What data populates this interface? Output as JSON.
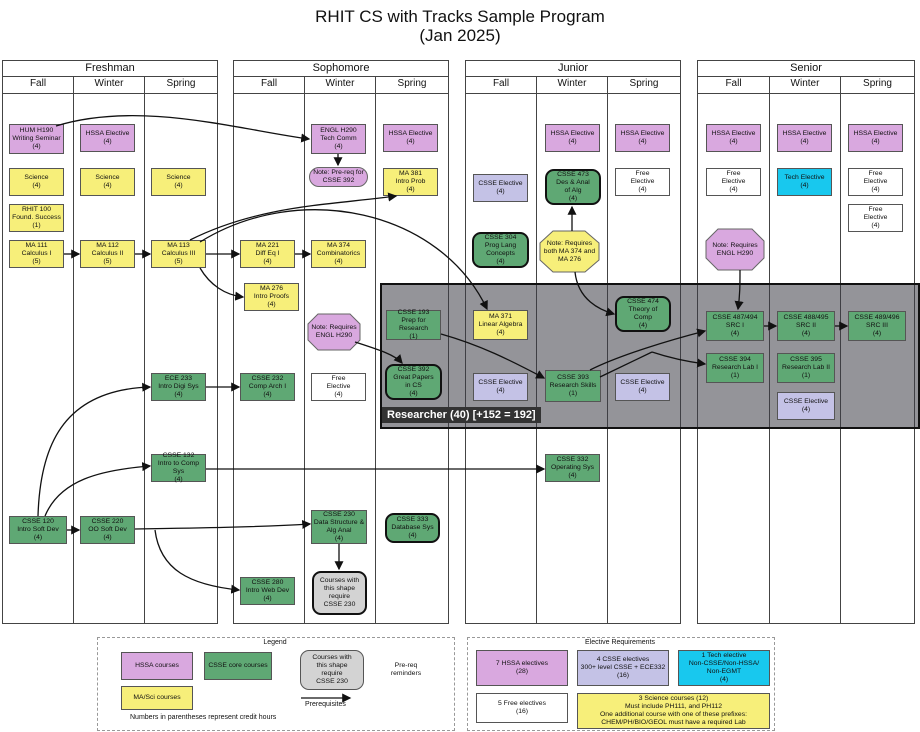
{
  "title": {
    "line1": "RHIT CS with Tracks Sample Program",
    "line2": "(Jan 2025)"
  },
  "years": [
    "Freshman",
    "Sophomore",
    "Junior",
    "Senior"
  ],
  "terms": [
    "Fall",
    "Winter",
    "Spring"
  ],
  "courses": {
    "hum190": "HUM H190\nWriting Seminar\n(4)",
    "fr_w_hssa": "HSSA Elective\n(4)",
    "fr_f_sci": "Science\n(4)",
    "fr_w_sci": "Science\n(4)",
    "fr_s_sci": "Science\n(4)",
    "rhit100": "RHIT 100\nFound. Success\n(1)",
    "ma111": "MA 111\nCalculus I\n(5)",
    "ma112": "MA 112\nCalculus II\n(5)",
    "ma113": "MA 113\nCalculus III\n(5)",
    "ece233": "ECE 233\nIntro Digi Sys\n(4)",
    "csse132": "CSSE 132\nIntro to Comp Sys\n(4)",
    "csse120": "CSSE 120\nIntro Soft Dev\n(4)",
    "csse220": "CSSE 220\nOO Soft Dev\n(4)",
    "engl290": "ENGL H290\nTech Comm\n(4)",
    "so_s_hssa": "HSSA Elective\n(4)",
    "note392": "Note: Pre-req for\nCSSE 392",
    "ma381": "MA 381\nIntro Prob\n(4)",
    "ma221": "MA 221\nDiff Eq I\n(4)",
    "ma374": "MA 374\nCombinatorics\n(4)",
    "ma276": "MA 276\nIntro Proofs\n(4)",
    "noteengl": "Note: Requires\nENGL H290",
    "csse193": "CSSE 193\nPrep for Research\n(1)",
    "csse232": "CSSE 232\nComp Arch I\n(4)",
    "so_w_free": "Free\nElective\n(4)",
    "csse392": "CSSE 392\nGreat Papers\nin CS\n(4)",
    "csse230": "CSSE 230\nData Structure &\nAlg Anal\n(4)",
    "csse333": "CSSE 333\nDatabase Sys\n(4)",
    "csse280": "CSSE 280\nIntro Web Dev\n(4)",
    "shape_example": "Courses with\nthis shape\nrequire\nCSSE 230",
    "ju_w_hssa": "HSSA Elective\n(4)",
    "ju_s_hssa": "HSSA Elective\n(4)",
    "ju_f_csseel": "CSSE Elective\n(4)",
    "csse473": "CSSE 473\nDes & Anal\nof Alg\n(4)",
    "ju_s_free": "Free\nElective\n(4)",
    "csse304": "CSSE 304\nProg Lang\nConcepts\n(4)",
    "notema": "Note: Requires\nboth MA 374 and\nMA 276",
    "csse474": "CSSE 474\nTheory of\nComp\n(4)",
    "ma371": "MA 371\nLinear Algebra\n(4)",
    "ju_f_csseel2": "CSSE Elective\n(4)",
    "csse393": "CSSE 393\nResearch Skills\n(1)",
    "ju_s_csseel": "CSSE Elective\n(4)",
    "csse332": "CSSE 332\nOperating Sys\n(4)",
    "se_f_hssa": "HSSA Elective\n(4)",
    "se_w_hssa": "HSSA Elective\n(4)",
    "se_s_hssa": "HSSA Elective\n(4)",
    "se_f_free": "Free\nElective\n(4)",
    "se_w_tech": "Tech Elective\n(4)",
    "se_s_free": "Free\nElective\n(4)",
    "se_s_free2": "Free\nElective\n(4)",
    "noteengl2": "Note: Requires\nENGL H290",
    "csse487": "CSSE 487/494\nSRC I\n(4)",
    "csse488": "CSSE 488/495\nSRC II\n(4)",
    "csse489": "CSSE 489/496\nSRC III\n(4)",
    "csse394": "CSSE 394\nResearch Lab I\n(1)",
    "csse395": "CSSE 395\nResearch Lab II\n(1)",
    "se_w_csseel": "CSSE Elective\n(4)"
  },
  "research_label": "Researcher (40) [+152 = 192]",
  "legend": {
    "title": "Legend",
    "hssa": "HSSA courses",
    "core": "CSSE core courses",
    "shape": "Courses with\nthis shape\nrequire\nCSSE 230",
    "prereq_rem": "Pre-req\nreminders",
    "masci": "MA/Sci courses",
    "prereqs": "Prerequisites",
    "credits_note": "Numbers in parentheses represent credit hours"
  },
  "elective_req": {
    "title": "Elective Requirements",
    "hssa": "7 HSSA electives\n(28)",
    "csse": "4 CSSE electives\n300+ level CSSE + ECE332\n(16)",
    "tech": "1 Tech elective\nNon-CSSE/Non-HSSA/\nNon-EGMT\n(4)",
    "free": "5 Free electives\n(16)",
    "sci": "3 Science courses (12)\nMust include PH111, and PH112\nOne additional course with one of these prefixes:\nCHEM/PH/BIO/GEOL must have a required Lab"
  },
  "colors": {
    "hssa": "#d9a8df",
    "masci": "#f7ef7a",
    "core": "#5fa874",
    "csse_elective": "#c4c2e6",
    "tech": "#18c8ee"
  }
}
